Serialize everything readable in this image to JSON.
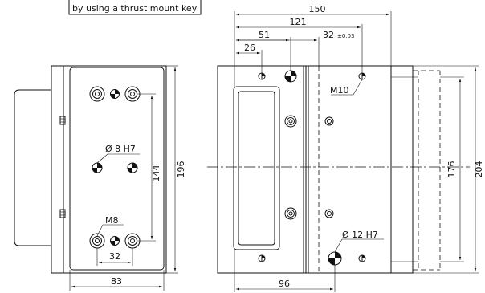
{
  "note": {
    "text": "by using a thrust mount key"
  },
  "left_view": {
    "dims": {
      "width": "83",
      "height": "196",
      "hole_spacing_v": "144",
      "hole_spacing_h": "32"
    },
    "labels": {
      "pin_hole": "Ø 8  H7",
      "thread": "M8"
    }
  },
  "right_view": {
    "dims": {
      "overall": "150",
      "d121": "121",
      "d51": "51",
      "d26": "26",
      "d32": "32",
      "tol": "±0.03",
      "height_outer": "204",
      "height_inner": "176",
      "bottom": "96"
    },
    "labels": {
      "thread": "M10",
      "pin_hole": "Ø 12  H7"
    }
  }
}
